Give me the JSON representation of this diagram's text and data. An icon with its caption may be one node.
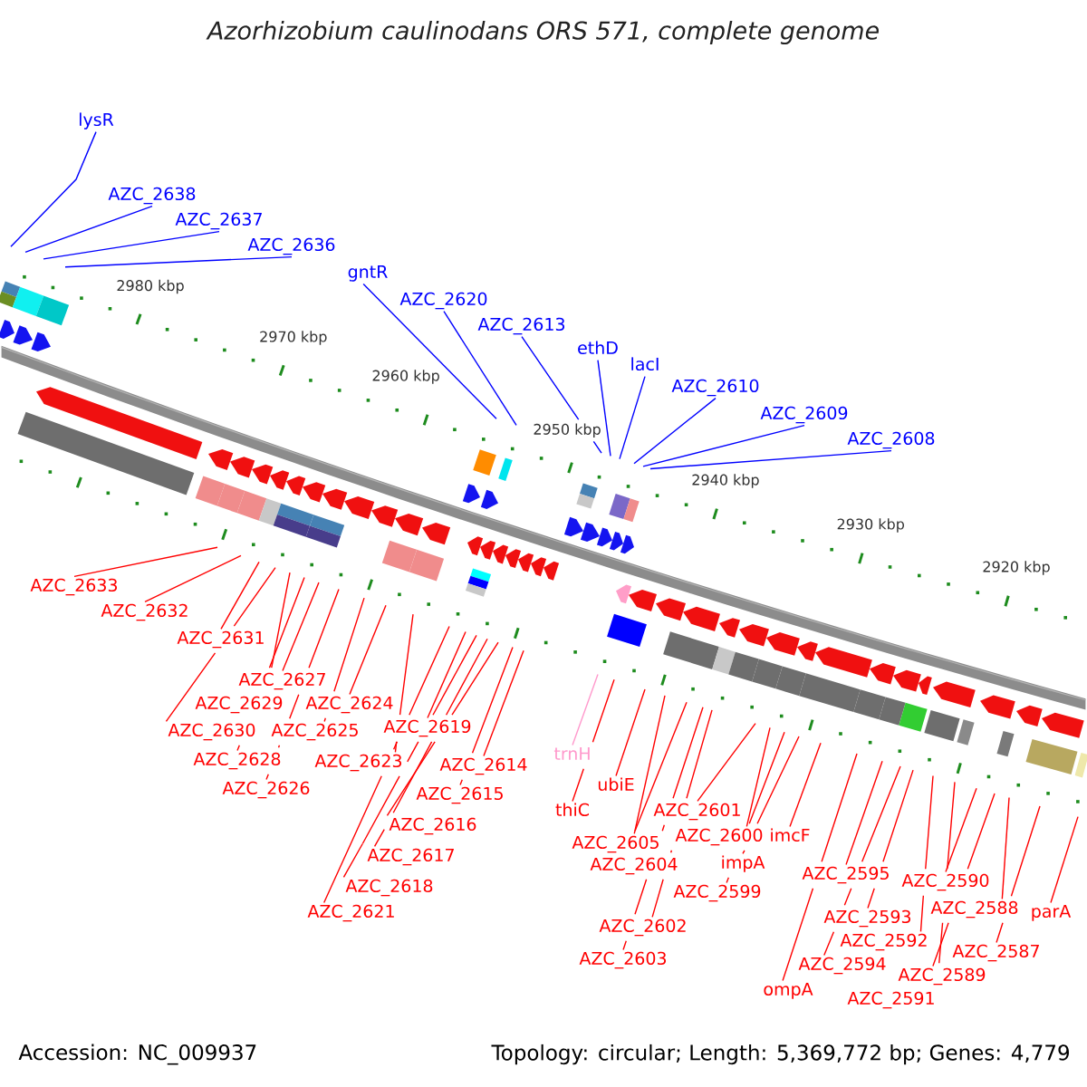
{
  "diagram": {
    "title": "Azorhizobium caulinodans ORS 571, complete genome",
    "nodes": [
      {
        "text": [
          "lysR"
        ]
      },
      {
        "text": [
          "AZC_2638"
        ]
      },
      {
        "text": [
          "AZC_2637"
        ]
      },
      {
        "text": [
          "AZC_2636"
        ]
      },
      {
        "text": [
          "gntR"
        ]
      },
      {
        "text": [
          "AZC_2620"
        ]
      },
      {
        "text": [
          "AZC_2613"
        ]
      },
      {
        "text": [
          "ethD"
        ]
      },
      {
        "text": [
          "lacI"
        ]
      },
      {
        "text": [
          "AZC_2610"
        ]
      },
      {
        "text": [
          "AZC_2609"
        ]
      },
      {
        "text": [
          "AZC_2608"
        ]
      },
      {
        "text": [
          "AZC_2633"
        ]
      },
      {
        "text": [
          "AZC_2632"
        ]
      },
      {
        "text": [
          "AZC_2631"
        ]
      },
      {
        "text": [
          "AZC_2627"
        ]
      },
      {
        "text": [
          "AZC_2629"
        ]
      },
      {
        "text": [
          "AZC_2624"
        ]
      },
      {
        "text": [
          "AZC_2619"
        ]
      },
      {
        "text": [
          "AZC_2630"
        ]
      },
      {
        "text": [
          "AZC_2625"
        ]
      },
      {
        "text": [
          "trnH"
        ]
      },
      {
        "text": [
          "AZC_2628"
        ]
      },
      {
        "text": [
          "AZC_2623"
        ]
      },
      {
        "text": [
          "AZC_2614"
        ]
      },
      {
        "text": [
          "ubiE"
        ]
      },
      {
        "text": [
          "AZC_2626"
        ]
      },
      {
        "text": [
          "AZC_2615"
        ]
      },
      {
        "text": [
          "thiC"
        ]
      },
      {
        "text": [
          "AZC_2601"
        ]
      },
      {
        "text": [
          "AZC_2616"
        ]
      },
      {
        "text": [
          "AZC_2600"
        ]
      },
      {
        "text": [
          "imcF"
        ]
      },
      {
        "text": [
          "AZC_2605"
        ]
      },
      {
        "text": [
          "AZC_2617"
        ]
      },
      {
        "text": [
          "impA"
        ]
      },
      {
        "text": [
          "AZC_2604"
        ]
      },
      {
        "text": [
          "AZC_2595"
        ]
      },
      {
        "text": [
          "AZC_2590"
        ]
      },
      {
        "text": [
          "AZC_2618"
        ]
      },
      {
        "text": [
          "AZC_2599"
        ]
      },
      {
        "text": [
          "AZC_2588"
        ]
      },
      {
        "text": [
          "AZC_2621"
        ]
      },
      {
        "text": [
          "parA"
        ]
      },
      {
        "text": [
          "AZC_2593"
        ]
      },
      {
        "text": [
          "AZC_2602"
        ]
      },
      {
        "text": [
          "AZC_2592"
        ]
      },
      {
        "text": [
          "AZC_2587"
        ]
      },
      {
        "text": [
          "AZC_2603"
        ]
      },
      {
        "text": [
          "AZC_2594"
        ]
      },
      {
        "text": [
          "AZC_2589"
        ]
      },
      {
        "text": [
          "ompA"
        ]
      },
      {
        "text": [
          "AZC_2591"
        ]
      }
    ],
    "edges": [
      {
        "from": 0,
        "to": null,
        "arrow": "none",
        "color": "#0000ff"
      },
      {
        "from": 1,
        "to": null,
        "arrow": "none",
        "color": "#0000ff"
      },
      {
        "from": 2,
        "to": null,
        "arrow": "none",
        "color": "#0000ff"
      },
      {
        "from": 3,
        "to": null,
        "arrow": "none",
        "color": "#0000ff"
      },
      {
        "from": 4,
        "to": null,
        "arrow": "none",
        "color": "#0000ff"
      },
      {
        "from": 5,
        "to": null,
        "arrow": "none",
        "color": "#0000ff"
      },
      {
        "from": 6,
        "to": null,
        "arrow": "none",
        "color": "#0000ff"
      },
      {
        "from": 7,
        "to": null,
        "arrow": "none",
        "color": "#0000ff"
      },
      {
        "from": 8,
        "to": null,
        "arrow": "none",
        "color": "#0000ff"
      },
      {
        "from": 9,
        "to": null,
        "arrow": "none",
        "color": "#0000ff"
      },
      {
        "from": 10,
        "to": null,
        "arrow": "none",
        "color": "#0000ff"
      },
      {
        "from": 11,
        "to": null,
        "arrow": "none",
        "color": "#0000ff"
      },
      {
        "from": 12,
        "to": null,
        "arrow": "none"
      },
      {
        "from": 13,
        "to": null,
        "arrow": "none"
      },
      {
        "from": 14,
        "to": null,
        "arrow": "none"
      },
      {
        "from": 15,
        "to": null,
        "arrow": "none"
      },
      {
        "from": 16,
        "to": null,
        "arrow": "none"
      },
      {
        "from": 17,
        "to": null,
        "arrow": "none"
      },
      {
        "from": 18,
        "to": null,
        "arrow": "none"
      },
      {
        "from": 19,
        "to": null,
        "arrow": "none"
      },
      {
        "from": 20,
        "to": null,
        "arrow": "none"
      },
      {
        "from": 21,
        "to": null,
        "arrow": "none",
        "color": "#ff99cc"
      },
      {
        "from": 22,
        "to": null,
        "arrow": "none"
      },
      {
        "from": 23,
        "to": null,
        "arrow": "none"
      },
      {
        "from": 24,
        "to": null,
        "arrow": "none"
      },
      {
        "from": 25,
        "to": null,
        "arrow": "none"
      },
      {
        "from": 26,
        "to": null,
        "arrow": "none"
      },
      {
        "from": 27,
        "to": null,
        "arrow": "none"
      },
      {
        "from": 28,
        "to": null,
        "arrow": "none"
      },
      {
        "from": 29,
        "to": null,
        "arrow": "none"
      },
      {
        "from": 30,
        "to": null,
        "arrow": "none"
      },
      {
        "from": 31,
        "to": null,
        "arrow": "none"
      },
      {
        "from": 32,
        "to": null,
        "arrow": "none"
      },
      {
        "from": 33,
        "to": null,
        "arrow": "none"
      },
      {
        "from": 34,
        "to": null,
        "arrow": "none"
      },
      {
        "from": 35,
        "to": null,
        "arrow": "none"
      },
      {
        "from": 36,
        "to": null,
        "arrow": "none"
      },
      {
        "from": 37,
        "to": null,
        "arrow": "none"
      },
      {
        "from": 38,
        "to": null,
        "arrow": "none"
      },
      {
        "from": 39,
        "to": null,
        "arrow": "none"
      },
      {
        "from": 40,
        "to": null,
        "arrow": "none"
      },
      {
        "from": 41,
        "to": null,
        "arrow": "none"
      },
      {
        "from": 42,
        "to": null,
        "arrow": "none"
      },
      {
        "from": 43,
        "to": null,
        "arrow": "none"
      },
      {
        "from": 44,
        "to": null,
        "arrow": "none"
      },
      {
        "from": 45,
        "to": null,
        "arrow": "none"
      },
      {
        "from": 46,
        "to": null,
        "arrow": "none"
      },
      {
        "from": 47,
        "to": null,
        "arrow": "none"
      },
      {
        "from": 48,
        "to": null,
        "arrow": "none"
      },
      {
        "from": 49,
        "to": null,
        "arrow": "none"
      },
      {
        "from": 50,
        "to": null,
        "arrow": "none"
      },
      {
        "from": 51,
        "to": null,
        "arrow": "none"
      },
      {
        "from": 52,
        "to": null,
        "arrow": "none"
      }
    ],
    "labels": [
      "2980 kbp",
      "2970 kbp",
      "2960 kbp",
      "2950 kbp",
      "2940 kbp",
      "2930 kbp",
      "2920 kbp",
      "Accession: NC_009937",
      "Topology: circular; Length: 5,369,772 bp; Genes: 4,779"
    ]
  }
}
